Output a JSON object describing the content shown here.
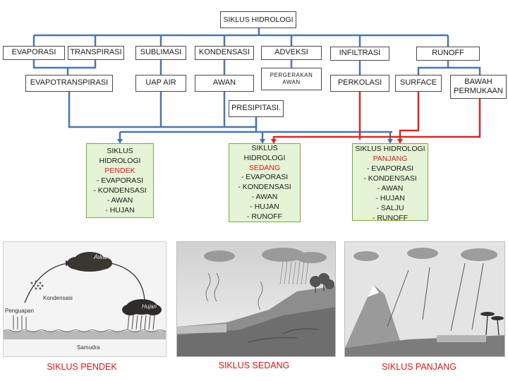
{
  "root": "SIKLUS HIDROLOGI",
  "level1": {
    "evaporasi": "EVAPORASI",
    "transpirasi": "TRANSPIRASI",
    "sublimasi": "SUBLIMASI",
    "kondensasi": "KONDENSASI",
    "adveksi": "ADVEKSI",
    "infiltrasi": "INFILTRASI",
    "runoff": "RUNOFF"
  },
  "level2": {
    "evapotranspirasi": "EVAPOTRANSPIRASI",
    "uap_air": "UAP AIR",
    "awan": "AWAN",
    "pergerakan_awan": "PERGERAKAN AWAN",
    "perkolasi": "PERKOLASI",
    "surface": "SURFACE",
    "bawah_permukaan": "BAWAH PERMUKAAN"
  },
  "presipitasi": "PRESIPITASI.",
  "cycles": {
    "pendek": {
      "l1": "SIKLUS",
      "l2": "HIDROLOGI",
      "l3": "PENDEK",
      "items": [
        "- EVAPORASI",
        "- KONDENSASI",
        "- AWAN",
        "- HUJAN"
      ]
    },
    "sedang": {
      "l1": "SIKLUS",
      "l2": "HIDROLOGI",
      "l3": "SEDANG",
      "items": [
        "- EVAPORASI",
        "- KONDENSASI",
        "- AWAN",
        "- HUJAN",
        "- RUNOFF"
      ]
    },
    "panjang": {
      "l1": "SIKLUS HIDROLOGI",
      "l3": "PANJANG",
      "items": [
        "- EVAPORASI",
        "- KONDENSASI",
        "- AWAN",
        "- HUJAN",
        "- SALJU",
        "- RUNOFF"
      ]
    }
  },
  "pictures": {
    "pendek": {
      "awan": "Awan",
      "kondensasi": "Kondensasi",
      "penguapan": "Penguapan",
      "hujan": "Hujan",
      "samudra": "Samudra"
    }
  },
  "captions": {
    "pendek": "SIKLUS PENDEK",
    "sedang": "SIKLUS SEDANG",
    "panjang": "SIKLUS PANJANG"
  },
  "colors": {
    "blue_line": "#4a76b0",
    "red_line": "#d42a2a",
    "cycle_fill": "#e5f3d6"
  }
}
